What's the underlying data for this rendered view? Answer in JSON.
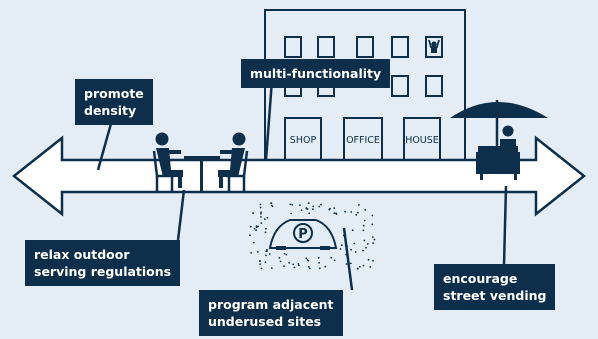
{
  "callouts": {
    "promote_density": "promote\ndensity",
    "multi_functionality": "multi-functionality",
    "relax_outdoor": "relax outdoor\nserving regulations",
    "program_adjacent": "program adjacent\nunderused sites",
    "encourage_vending": "encourage\nstreet vending"
  },
  "building_labels": {
    "shop": "SHOP",
    "office": "OFFICE",
    "house": "HOUSE"
  },
  "parking_sign": "P",
  "colors": {
    "background": "#e4edf5",
    "navy": "#0e2f4c",
    "arrow_fill": "#ffffff"
  },
  "icons": [
    "double-headed-arrow",
    "cafe-table-icon",
    "building-icon",
    "parking-car-icon",
    "street-vendor-umbrella-icon"
  ]
}
